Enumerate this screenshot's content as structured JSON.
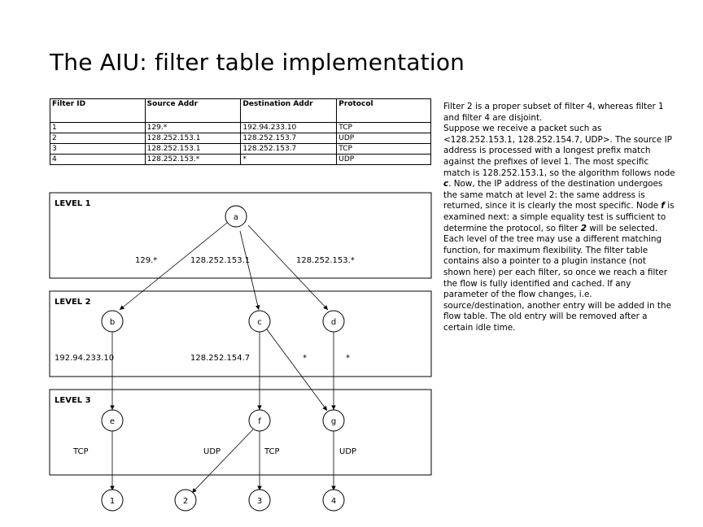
{
  "title": "The AIU: filter table implementation",
  "table": {
    "headers": [
      "Filter ID",
      "Source Addr",
      "Destination Addr",
      "Protocol"
    ],
    "rows": [
      [
        "1",
        "129.*",
        "192.94.233.10",
        "TCP"
      ],
      [
        "2",
        "128.252.153.1",
        "128.252.153.7",
        "UDP"
      ],
      [
        "3",
        "128.252.153.1",
        "128.252.153.7",
        "TCP"
      ],
      [
        "4",
        "128.252.153.*",
        "*",
        "UDP"
      ]
    ]
  },
  "levels": {
    "level1": "LEVEL 1",
    "level2": "LEVEL 2",
    "level3": "LEVEL 3"
  },
  "nodes": {
    "a": "a",
    "b": "b",
    "c": "c",
    "d": "d",
    "e": "e",
    "f": "f",
    "g": "g",
    "n1": "1",
    "n2": "2",
    "n3": "3",
    "n4": "4"
  },
  "edge_labels": {
    "a_b": "129.*",
    "a_c": "128.252.153.1",
    "a_d": "128.252.153.*",
    "b_e": "192.94.233.10",
    "c_f": "128.252.154.7",
    "c_g": "*",
    "d_g": "*",
    "e_1": "TCP",
    "f_2": "UDP",
    "f_3": "TCP",
    "g_4": "UDP"
  },
  "description": {
    "p1": "Filter 2 is a proper subset of filter 4, whereas filter 1 and filter 4 are disjoint.",
    "p2a": "Suppose we receive a packet such as <128.252.153.1, 128.252.154.7, UDP>. The source IP address is processed with a longest prefix match against the prefixes of level 1. The most specific match is 128.252.153.1, so the algorithm follows node ",
    "p2b": "c",
    "p2c": ". Now, the IP address of the destination undergoes the same match at level 2: the same address is returned, since it is clearly the most specific. Node ",
    "p2d": "f",
    "p2e": " is examined next: a simple equality test is sufficient to determine the protocol, so filter ",
    "p2f": "2",
    "p2g": " will be selected.",
    "p3": "Each level of the tree may use a different matching function, for maximum flexibility. The filter table contains also a pointer to a plugin instance (not shown here) per each filter, so once we reach a filter the flow is fully identified and cached. If any parameter of the flow changes, i.e. source/destination, another entry will be added in the flow table. The old entry will be removed after a certain idle time."
  }
}
